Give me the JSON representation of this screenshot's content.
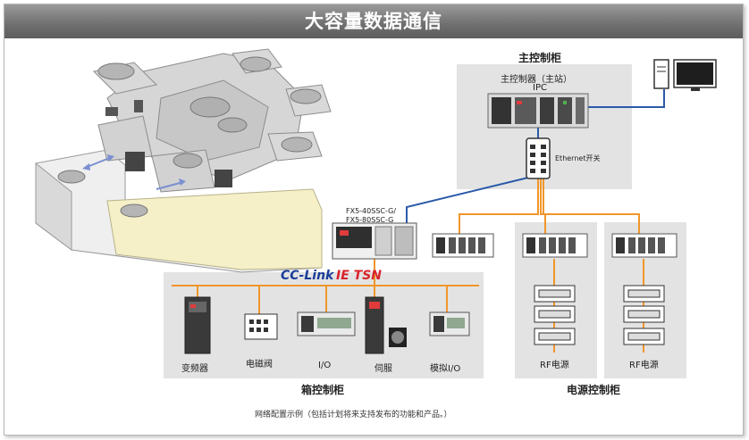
{
  "header": {
    "title": "大容量数据通信"
  },
  "main_cabinet": {
    "title": "主控制柜",
    "controller_label": "主控制器（主站）",
    "ipc_label": "IPC",
    "switch_label": "Ethernet开关"
  },
  "plc": {
    "model_line1": "FX5-40SSC-G/",
    "model_line2": "FX5-80SSC-G"
  },
  "network": {
    "name_part1": "CC-Link",
    "name_part2": "IE TSN"
  },
  "box_cabinet": {
    "title": "箱控制柜",
    "devices": [
      {
        "label": "变频器"
      },
      {
        "label": "电磁阀"
      },
      {
        "label": "I/O"
      },
      {
        "label": "伺服"
      },
      {
        "label": "模拟I/O"
      }
    ]
  },
  "power_cabinet": {
    "title": "电源控制柜",
    "rf_labels": [
      "RF电源",
      "RF电源"
    ]
  },
  "footnote": "网络配置示例（包括计划将来支持发布的功能和产品。）",
  "colors": {
    "ethernet_line": "#2b5aa8",
    "tsn_line": "#f0962a",
    "brand_blue": "#1a3d99",
    "brand_red": "#d8232a"
  }
}
